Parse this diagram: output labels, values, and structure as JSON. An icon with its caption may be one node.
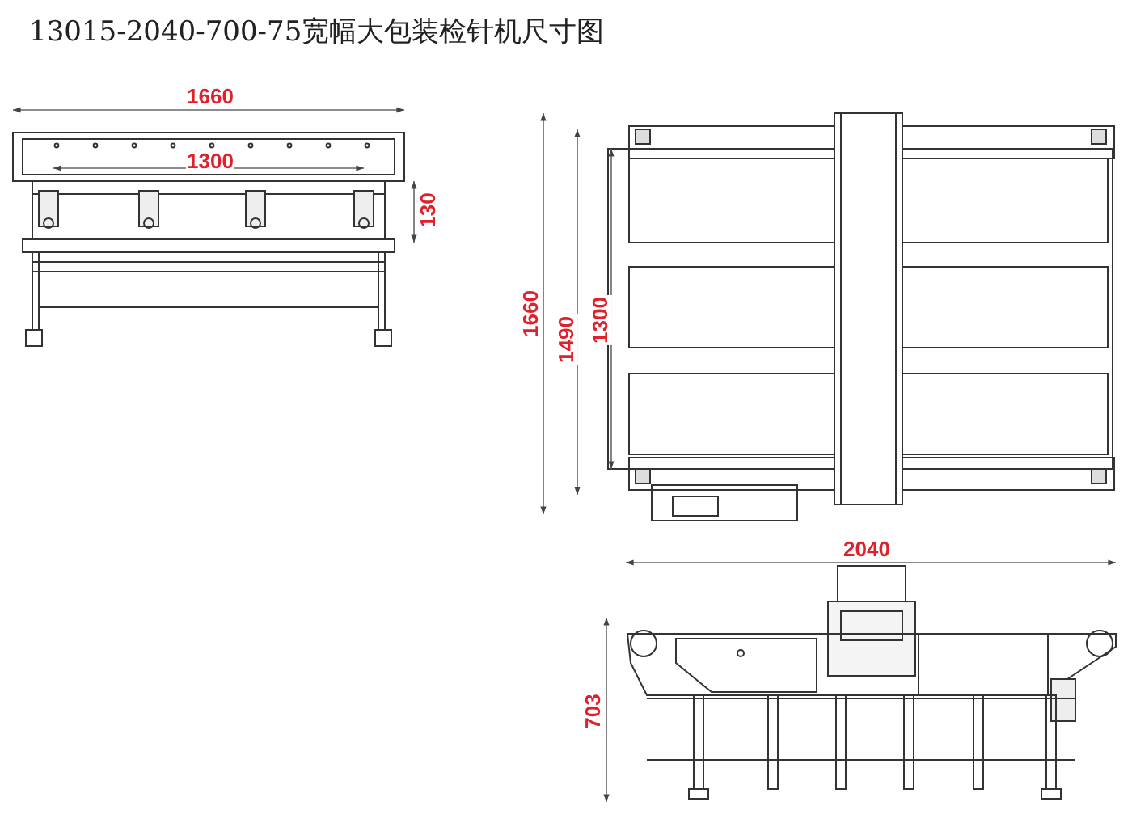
{
  "diagram": {
    "title": "13015-2040-700-75宽幅大包装检针机尺寸图",
    "labels": [
      "1660",
      "1300",
      "130",
      "1660",
      "1490",
      "1300",
      "2040",
      "703"
    ]
  }
}
